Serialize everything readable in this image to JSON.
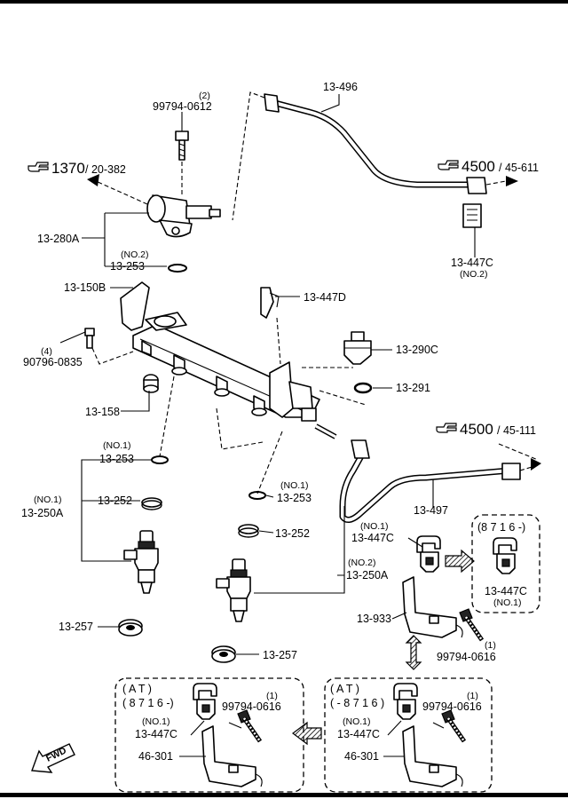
{
  "labels": {
    "l_13496": "13-496",
    "l_99794_0612": "99794-0612",
    "l_qty2": "(2)",
    "l_ref1370": "1370",
    "l_ref20382": "/ 20-382",
    "l_ref4500a": "4500",
    "l_ref45611": "/ 45-611",
    "l_13280A": "13-280A",
    "l_no2_a": "(NO.2)",
    "l_13253_top": "13-253",
    "l_13447C_top": "13-447C",
    "l_no2_c": "(NO.2)",
    "l_13150B": "13-150B",
    "l_13447D": "13-447D",
    "l_qty4": "(4)",
    "l_90796_0835": "90796-0835",
    "l_13290C": "13-290C",
    "l_13291": "13-291",
    "l_13158": "13-158",
    "l_ref4500b": "4500",
    "l_ref45111": "/ 45-111",
    "l_no1_a": "(NO.1)",
    "l_13253_left": "13-253",
    "l_no1_b": "(NO.1)",
    "l_13250A_left": "13-250A",
    "l_13252_left": "13-252",
    "l_no1_c": "(NO.1)",
    "l_13253_mid": "13-253",
    "l_13497": "13-497",
    "l_no1_d": "(NO.1)",
    "l_13447C_mid": "13-447C",
    "l_8716": "(8 7 1 6 -)",
    "l_13447C_box": "13-447C",
    "l_no1_e": "(NO.1)",
    "l_13252_mid": "13-252",
    "l_no2_b": "(NO.2)",
    "l_13250A_mid": "13-250A",
    "l_13933": "13-933",
    "l_13257_left": "13-257",
    "l_qty1_a": "(1)",
    "l_99794_0616_a": "99794-0616",
    "l_13257_mid": "13-257",
    "l_at_l": "( A T )",
    "l_8716_l": "( 8 7 1 6 -)",
    "l_qty1_l": "(1)",
    "l_99794_0616_l": "99794-0616",
    "l_no1_l": "(NO.1)",
    "l_13447C_l": "13-447C",
    "l_46301_l": "46-301",
    "l_at_r": "( A T )",
    "l_8716_r": "( - 8 7 1 6 )",
    "l_qty1_r": "(1)",
    "l_99794_0616_r": "99794-0616",
    "l_no1_r": "(NO.1)",
    "l_13447C_r": "13-447C",
    "l_46301_r": "46-301",
    "l_fwd": "FWD"
  },
  "icons": [
    "pointing-hand-icon",
    "forward-arrow-icon",
    "hatched-arrow-icon",
    "double-arrow-icon"
  ]
}
